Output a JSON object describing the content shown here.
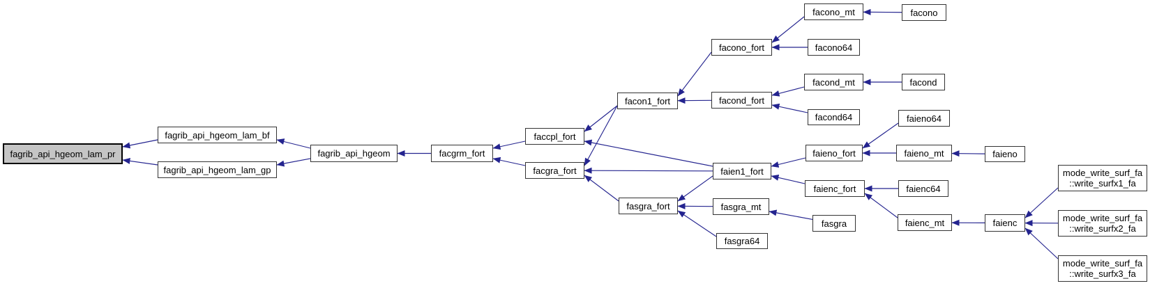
{
  "diagram": {
    "kind": "caller-graph",
    "background": "#ffffff",
    "edge_color": "#24248f",
    "node_fill": "#ffffff",
    "node_border": "#333333",
    "highlight_fill": "#c5c5c5",
    "highlight_border": "#000000",
    "text_color": "#000000"
  },
  "nodes": [
    {
      "id": "lam_pr",
      "label": "fagrib_api_hgeom_lam_pr",
      "highlighted": true
    },
    {
      "id": "lam_bf",
      "label": "fagrib_api_hgeom_lam_bf"
    },
    {
      "id": "lam_gp",
      "label": "fagrib_api_hgeom_lam_gp"
    },
    {
      "id": "hgeom",
      "label": "fagrib_api_hgeom"
    },
    {
      "id": "facgrm_fort",
      "label": "facgrm_fort"
    },
    {
      "id": "faccpl_fort",
      "label": "faccpl_fort"
    },
    {
      "id": "facgra_fort",
      "label": "facgra_fort"
    },
    {
      "id": "facon1_fort",
      "label": "facon1_fort"
    },
    {
      "id": "fasgra_fort",
      "label": "fasgra_fort"
    },
    {
      "id": "facono_fort",
      "label": "facono_fort"
    },
    {
      "id": "facond_fort",
      "label": "facond_fort"
    },
    {
      "id": "faien1_fort",
      "label": "faien1_fort"
    },
    {
      "id": "fasgra_mt",
      "label": "fasgra_mt"
    },
    {
      "id": "fasgra64",
      "label": "fasgra64"
    },
    {
      "id": "fasgra",
      "label": "fasgra"
    },
    {
      "id": "facono_mt",
      "label": "facono_mt"
    },
    {
      "id": "facono64",
      "label": "facono64"
    },
    {
      "id": "facond_mt",
      "label": "facond_mt"
    },
    {
      "id": "facond64",
      "label": "facond64"
    },
    {
      "id": "facono",
      "label": "facono"
    },
    {
      "id": "facond",
      "label": "facond"
    },
    {
      "id": "faieno64",
      "label": "faieno64"
    },
    {
      "id": "faieno_fort",
      "label": "faieno_fort"
    },
    {
      "id": "faieno_mt",
      "label": "faieno_mt"
    },
    {
      "id": "faieno",
      "label": "faieno"
    },
    {
      "id": "faienc_fort",
      "label": "faienc_fort"
    },
    {
      "id": "faienc64",
      "label": "faienc64"
    },
    {
      "id": "faienc_mt",
      "label": "faienc_mt"
    },
    {
      "id": "faienc",
      "label": "faienc"
    },
    {
      "id": "surfx1",
      "label": "mode_write_surf_fa\n::write_surfx1_fa"
    },
    {
      "id": "surfx2",
      "label": "mode_write_surf_fa\n::write_surfx2_fa"
    },
    {
      "id": "surfx3",
      "label": "mode_write_surf_fa\n::write_surfx3_fa"
    }
  ],
  "edges": [
    {
      "from": "lam_bf",
      "to": "lam_pr"
    },
    {
      "from": "lam_gp",
      "to": "lam_pr"
    },
    {
      "from": "hgeom",
      "to": "lam_bf"
    },
    {
      "from": "hgeom",
      "to": "lam_gp"
    },
    {
      "from": "facgrm_fort",
      "to": "hgeom"
    },
    {
      "from": "faccpl_fort",
      "to": "facgrm_fort"
    },
    {
      "from": "facgra_fort",
      "to": "facgrm_fort"
    },
    {
      "from": "facon1_fort",
      "to": "faccpl_fort"
    },
    {
      "from": "faien1_fort",
      "to": "faccpl_fort"
    },
    {
      "from": "facon1_fort",
      "to": "facgra_fort"
    },
    {
      "from": "faien1_fort",
      "to": "facgra_fort"
    },
    {
      "from": "fasgra_fort",
      "to": "facgra_fort"
    },
    {
      "from": "facono_fort",
      "to": "facon1_fort"
    },
    {
      "from": "facond_fort",
      "to": "facon1_fort"
    },
    {
      "from": "faien1_fort",
      "to": "fasgra_fort"
    },
    {
      "from": "fasgra_mt",
      "to": "fasgra_fort"
    },
    {
      "from": "fasgra64",
      "to": "fasgra_fort"
    },
    {
      "from": "fasgra",
      "to": "fasgra_mt"
    },
    {
      "from": "facono_mt",
      "to": "facono_fort"
    },
    {
      "from": "facono64",
      "to": "facono_fort"
    },
    {
      "from": "facono",
      "to": "facono_mt"
    },
    {
      "from": "facond_mt",
      "to": "facond_fort"
    },
    {
      "from": "facond64",
      "to": "facond_fort"
    },
    {
      "from": "facond",
      "to": "facond_mt"
    },
    {
      "from": "faieno_fort",
      "to": "faien1_fort"
    },
    {
      "from": "faienc_fort",
      "to": "faien1_fort"
    },
    {
      "from": "faieno64",
      "to": "faieno_fort"
    },
    {
      "from": "faieno_mt",
      "to": "faieno_fort"
    },
    {
      "from": "faieno",
      "to": "faieno_mt"
    },
    {
      "from": "faienc64",
      "to": "faienc_fort"
    },
    {
      "from": "faienc_mt",
      "to": "faienc_fort"
    },
    {
      "from": "faienc",
      "to": "faienc_mt"
    },
    {
      "from": "surfx1",
      "to": "faienc"
    },
    {
      "from": "surfx2",
      "to": "faienc"
    },
    {
      "from": "surfx3",
      "to": "faienc"
    }
  ]
}
